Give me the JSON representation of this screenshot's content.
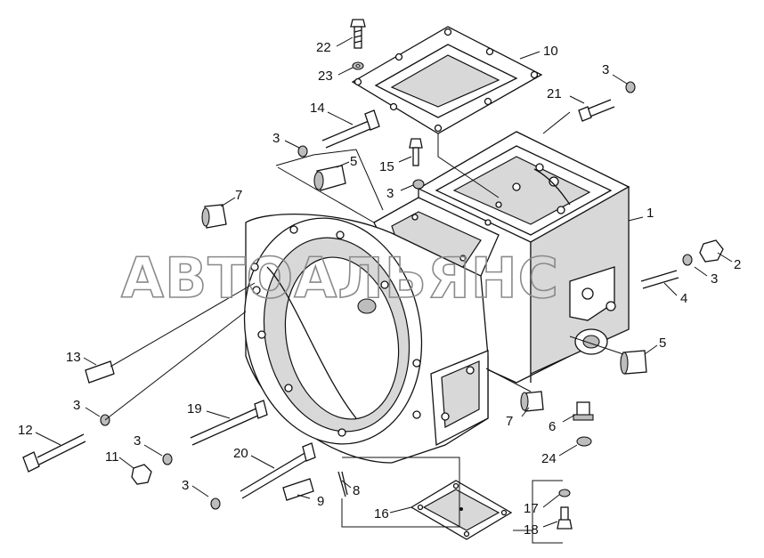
{
  "watermark": "АВТОАЛЬЯНС",
  "callouts": [
    {
      "id": "22",
      "label": "22"
    },
    {
      "id": "23",
      "label": "23"
    },
    {
      "id": "10",
      "label": "10"
    },
    {
      "id": "3a",
      "label": "3"
    },
    {
      "id": "21",
      "label": "21"
    },
    {
      "id": "14",
      "label": "14"
    },
    {
      "id": "3b",
      "label": "3"
    },
    {
      "id": "5a",
      "label": "5"
    },
    {
      "id": "15",
      "label": "15"
    },
    {
      "id": "3c",
      "label": "3"
    },
    {
      "id": "7a",
      "label": "7"
    },
    {
      "id": "1",
      "label": "1"
    },
    {
      "id": "2",
      "label": "2"
    },
    {
      "id": "3d",
      "label": "3"
    },
    {
      "id": "4",
      "label": "4"
    },
    {
      "id": "5b",
      "label": "5"
    },
    {
      "id": "13",
      "label": "13"
    },
    {
      "id": "3e",
      "label": "3"
    },
    {
      "id": "19",
      "label": "19"
    },
    {
      "id": "7b",
      "label": "7"
    },
    {
      "id": "6",
      "label": "6"
    },
    {
      "id": "12",
      "label": "12"
    },
    {
      "id": "3f",
      "label": "3"
    },
    {
      "id": "11",
      "label": "11"
    },
    {
      "id": "20",
      "label": "20"
    },
    {
      "id": "24",
      "label": "24"
    },
    {
      "id": "3g",
      "label": "3"
    },
    {
      "id": "8",
      "label": "8"
    },
    {
      "id": "9",
      "label": "9"
    },
    {
      "id": "16",
      "label": "16"
    },
    {
      "id": "17",
      "label": "17"
    },
    {
      "id": "18",
      "label": "18"
    }
  ]
}
